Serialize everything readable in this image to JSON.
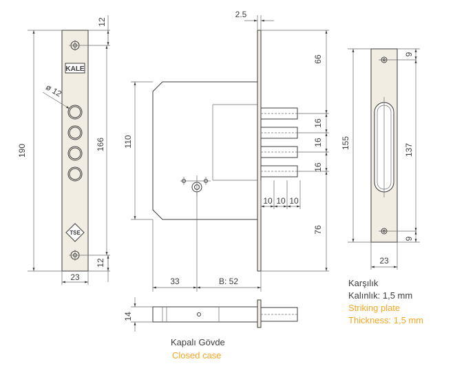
{
  "colors": {
    "line": "#3a3a3a",
    "accent": "#f5a623",
    "plate": "#f1ede2",
    "text": "#3c3c3c"
  },
  "front": {
    "brand": "KALE",
    "logo": "TSE",
    "dims": {
      "top": "12",
      "bottom": "12",
      "height": "190",
      "holes": "166",
      "diameter": "ø 12",
      "width": "23"
    }
  },
  "side": {
    "dims": {
      "thickness": "2.5",
      "top": "66",
      "g1": "16",
      "g2": "16",
      "g3": "16",
      "bottom": "76",
      "height": "110",
      "s1": "10",
      "s2": "10",
      "s3": "10",
      "left": "33",
      "backset": "B: 52"
    }
  },
  "closed": {
    "dims": {
      "height": "14"
    },
    "label_tr": "Kapalı Gövde",
    "label_en": "Closed case"
  },
  "strike": {
    "dims": {
      "top": "9",
      "bottom": "9",
      "height": "155",
      "slot": "137",
      "width": "23"
    },
    "label_tr": [
      "Karşılık",
      "Kalınlık: 1,5 mm"
    ],
    "label_en": [
      "Striking plate",
      "Thickness: 1,5 mm"
    ]
  }
}
